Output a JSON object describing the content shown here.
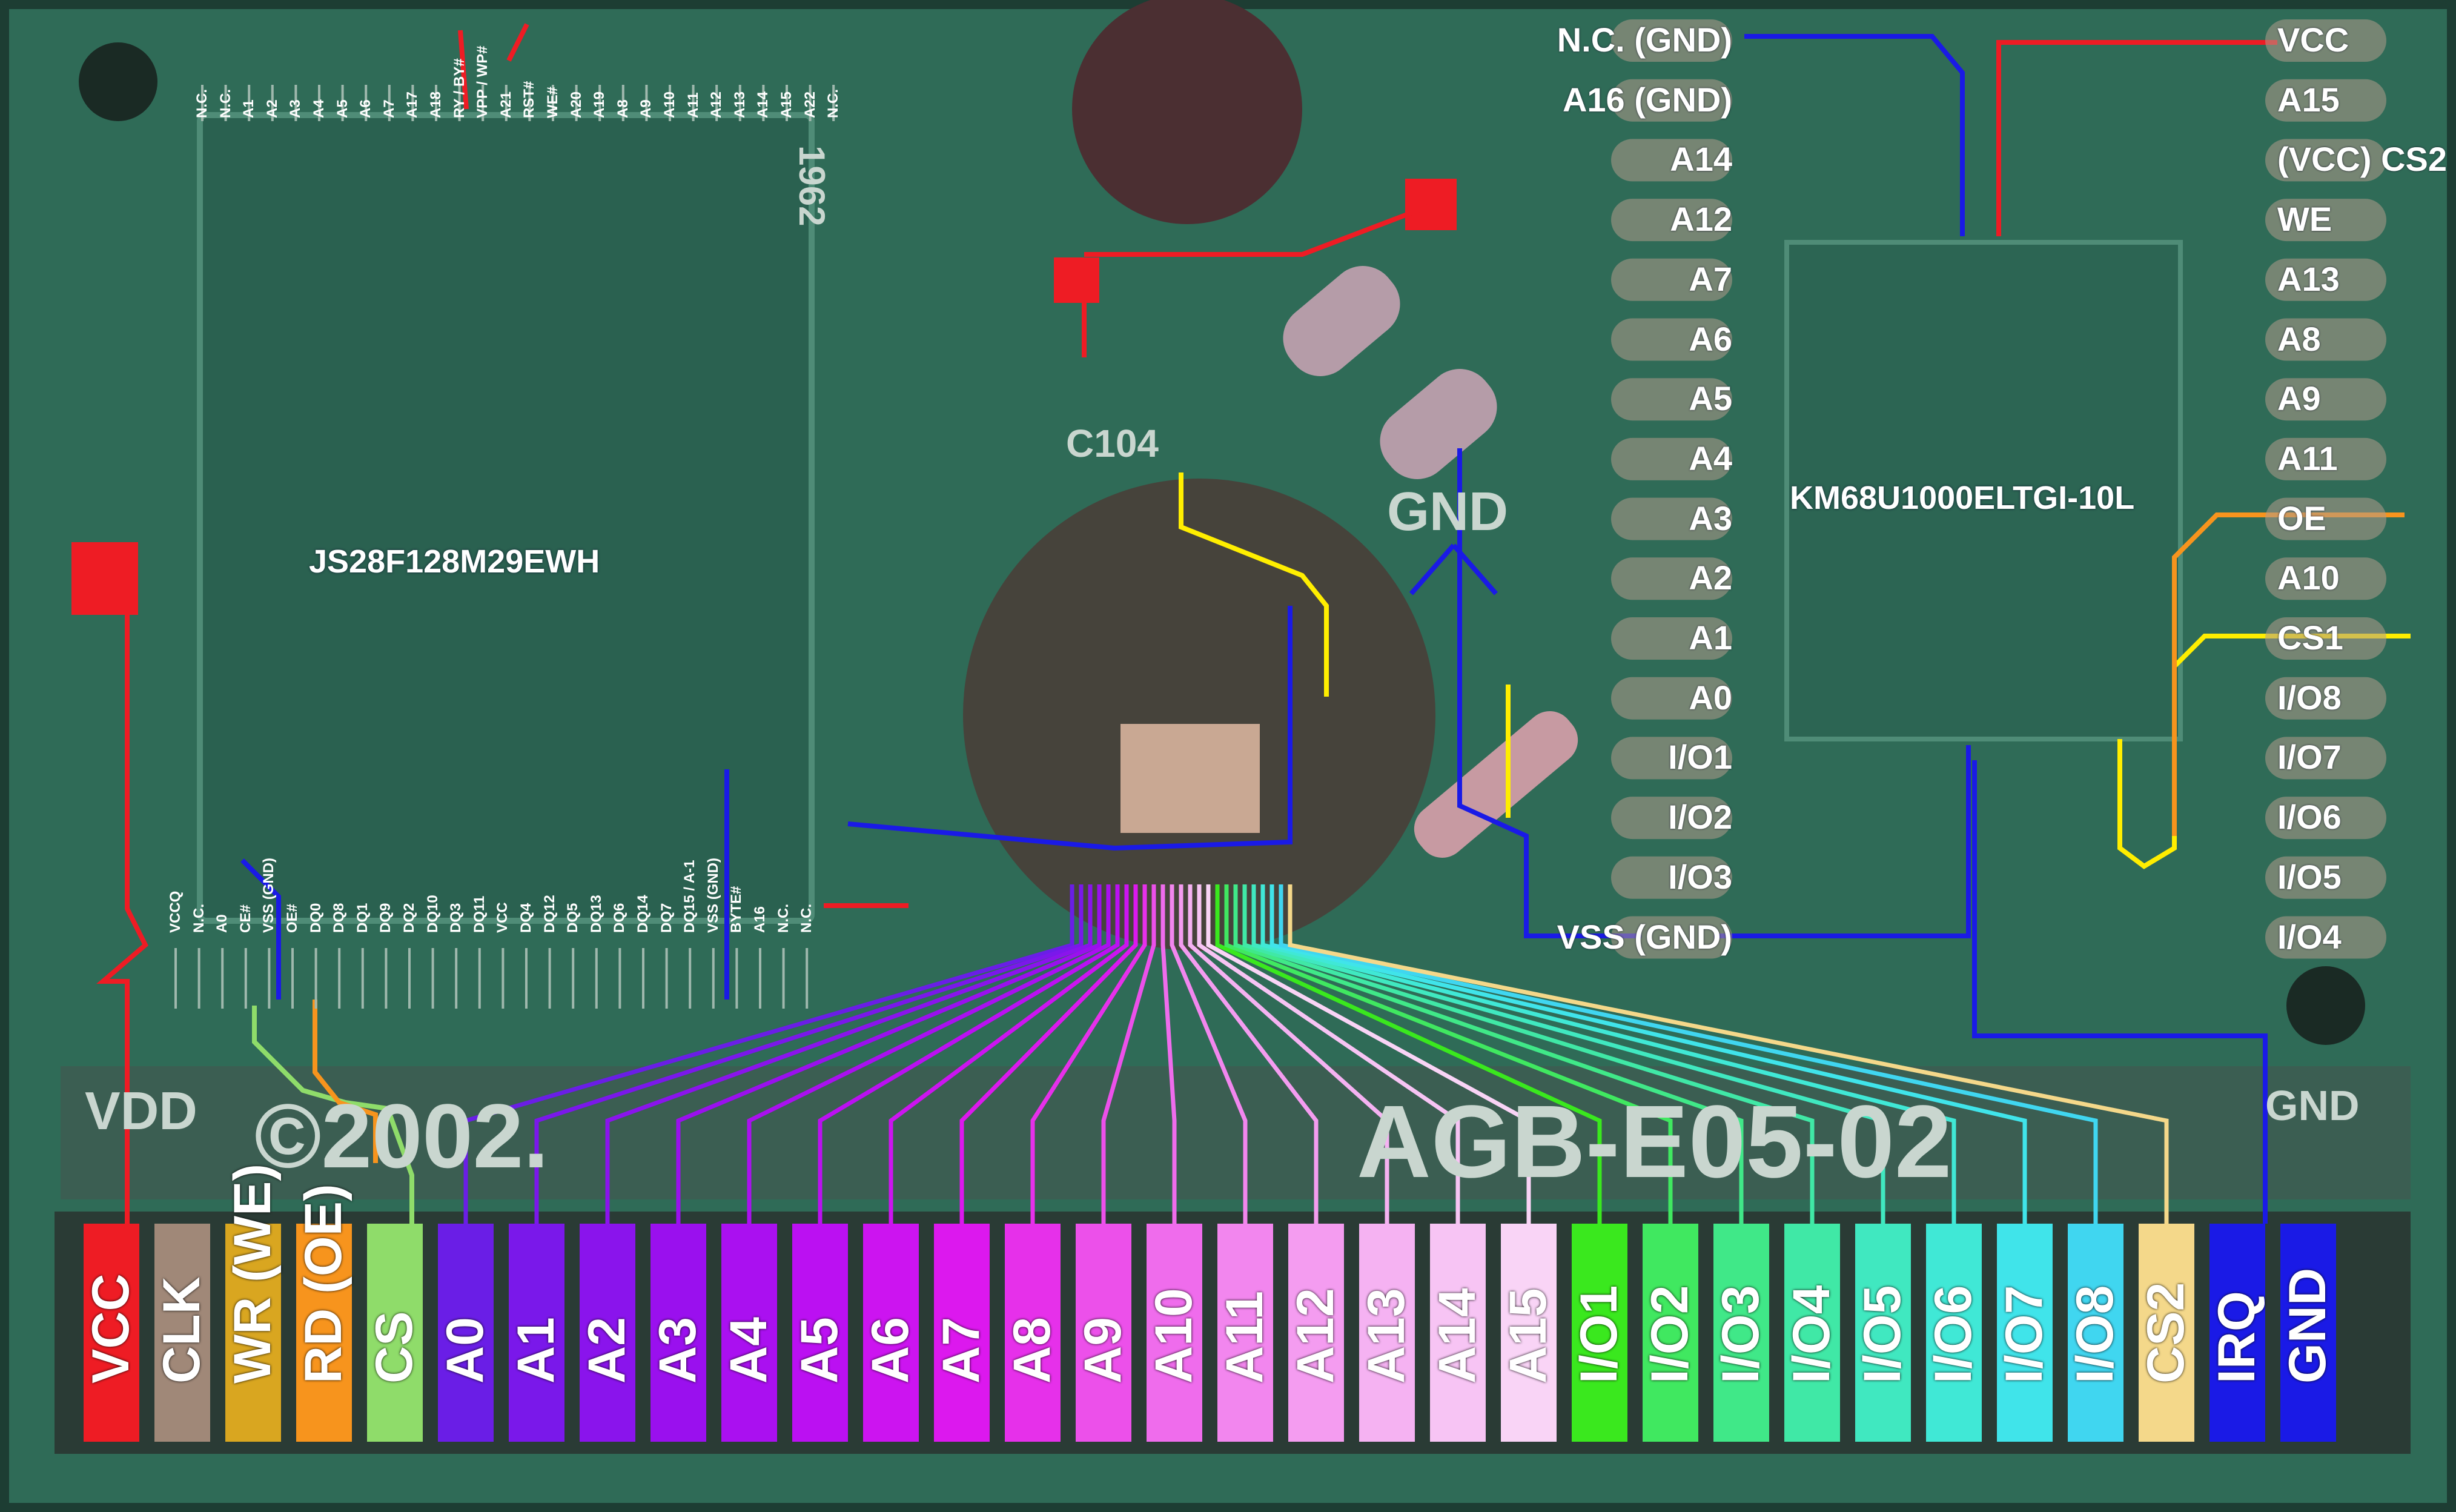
{
  "chips": {
    "flash": "JS28F128M29EWH",
    "sram": "KM68U1000ELTGI-10L"
  },
  "silkscreen": {
    "u2": "1962",
    "c104": "C104",
    "gnd_mid": "GND",
    "vdd": "VDD",
    "gnd_right": "GND",
    "copyright": "©2002.",
    "board_code": "AGB-E05-02"
  },
  "flash_top_pins": [
    "N.C.",
    "N.C.",
    "A1",
    "A2",
    "A3",
    "A4",
    "A5",
    "A6",
    "A7",
    "A17",
    "A18",
    "RY / BY#",
    "VPP / WP#",
    "A21",
    "RST#",
    "WE#",
    "A20",
    "A19",
    "A8",
    "A9",
    "A10",
    "A11",
    "A12",
    "A13",
    "A14",
    "A15",
    "A22",
    "N.C."
  ],
  "flash_bottom_pins": [
    "VCCQ",
    "N.C.",
    "A0",
    "CE#",
    "VSS (GND)",
    "OE#",
    "DQ0",
    "DQ8",
    "DQ1",
    "DQ9",
    "DQ2",
    "DQ10",
    "DQ3",
    "DQ11",
    "VCC",
    "DQ4",
    "DQ12",
    "DQ5",
    "DQ13",
    "DQ6",
    "DQ14",
    "DQ7",
    "DQ15 / A-1",
    "VSS (GND)",
    "BYTE#",
    "A16",
    "N.C.",
    "N.C."
  ],
  "sram_left_pins": [
    "N.C. (GND)",
    "A16 (GND)",
    "A14",
    "A12",
    "A7",
    "A6",
    "A5",
    "A4",
    "A3",
    "A2",
    "A1",
    "A0",
    "I/O1",
    "I/O2",
    "I/O3",
    "VSS (GND)"
  ],
  "sram_right_pins": [
    "VCC",
    "A15",
    "(VCC) CS2",
    "WE",
    "A13",
    "A8",
    "A9",
    "A11",
    "OE",
    "A10",
    "CS1",
    "I/O8",
    "I/O7",
    "I/O6",
    "I/O5",
    "I/O4"
  ],
  "edge_pads": [
    {
      "label": "VCC",
      "color": "#ee1c24"
    },
    {
      "label": "CLK",
      "color": "#a08878"
    },
    {
      "label": "WR (WE)",
      "color": "#d9a620"
    },
    {
      "label": "RD (OE)",
      "color": "#f7941d"
    },
    {
      "label": "CS",
      "color": "#8fdc6a"
    },
    {
      "label": "A0",
      "color": "#6a1ee6"
    },
    {
      "label": "A1",
      "color": "#7a18ea"
    },
    {
      "label": "A2",
      "color": "#8a14ec"
    },
    {
      "label": "A3",
      "color": "#9a10ee"
    },
    {
      "label": "A4",
      "color": "#aa10f0"
    },
    {
      "label": "A5",
      "color": "#bb10f2"
    },
    {
      "label": "A6",
      "color": "#cc14f0"
    },
    {
      "label": "A7",
      "color": "#dc18ee"
    },
    {
      "label": "A8",
      "color": "#e630ea"
    },
    {
      "label": "A9",
      "color": "#ec50ea"
    },
    {
      "label": "A10",
      "color": "#ef6cec"
    },
    {
      "label": "A11",
      "color": "#f286ee"
    },
    {
      "label": "A12",
      "color": "#f49cf0"
    },
    {
      "label": "A13",
      "color": "#f5b2f2"
    },
    {
      "label": "A14",
      "color": "#f7c4f4"
    },
    {
      "label": "A15",
      "color": "#f9d4f6"
    },
    {
      "label": "I/O1",
      "color": "#3ae81e"
    },
    {
      "label": "I/O2",
      "color": "#40e860"
    },
    {
      "label": "I/O3",
      "color": "#40e888"
    },
    {
      "label": "I/O4",
      "color": "#40e8a6"
    },
    {
      "label": "I/O5",
      "color": "#40e8c0"
    },
    {
      "label": "I/O6",
      "color": "#40e8d6"
    },
    {
      "label": "I/O7",
      "color": "#40e4ea"
    },
    {
      "label": "I/O8",
      "color": "#40d6f0"
    },
    {
      "label": "CS2",
      "color": "#f4d88a"
    },
    {
      "label": "IRQ",
      "color": "#1a1ae6"
    },
    {
      "label": "GND",
      "color": "#1a1ae6"
    }
  ]
}
